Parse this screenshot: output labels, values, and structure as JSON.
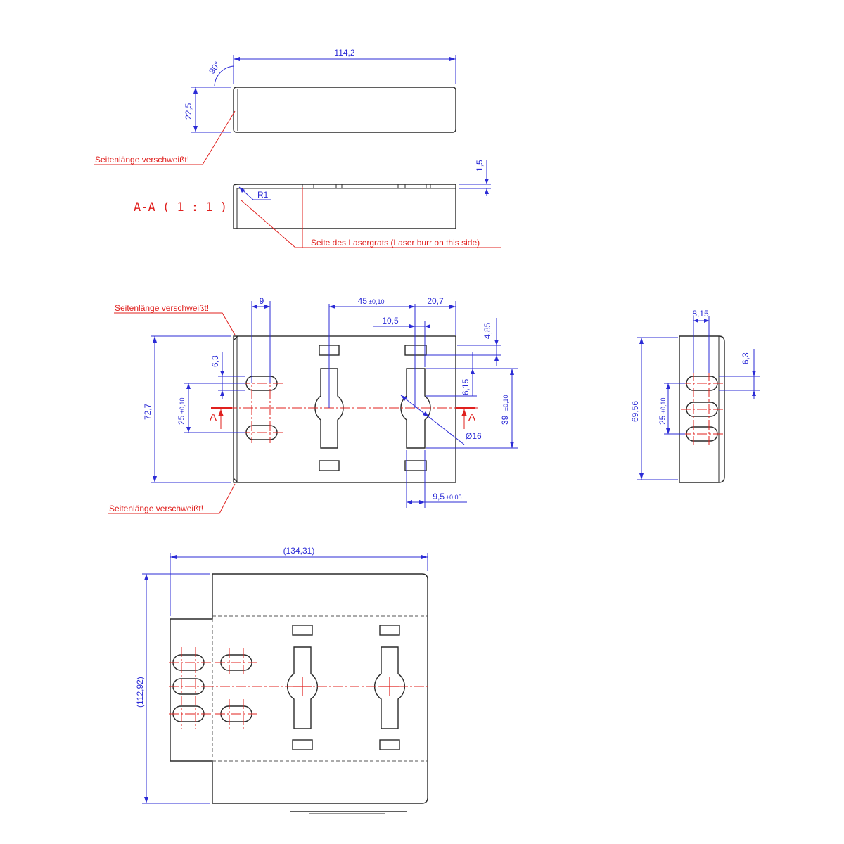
{
  "dimensions": {
    "top_width": "114,2",
    "top_angle": "90°",
    "top_height": "22,5",
    "thickness": "1,5",
    "radius": "R1",
    "slot_pitch_9": "9",
    "hole_spacing": "45",
    "hole_spacing_tol": "±0,10",
    "edge_20_7": "20,7",
    "offset_10_5": "10,5",
    "offset_4_85": "4,85",
    "slot_width": "6,3",
    "offset_6_15": "6,15",
    "slot_spacing": "25",
    "slot_spacing_tol": "±0,10",
    "height_72_7": "72,7",
    "height_39": "39",
    "height_39_tol": "±0,10",
    "diameter": "Ø16",
    "width_9_5": "9,5",
    "width_9_5_tol": "±0,05",
    "side_8_15": "8,15",
    "side_6_3": "6,3",
    "side_25": "25",
    "side_25_tol": "±0,10",
    "side_height": "69,56",
    "flat_width": "(134,31)",
    "flat_height": "(112,92)"
  },
  "notes": {
    "weld_1": "Seitenlänge verschweißt!",
    "weld_2": "Seitenlänge verschweißt!",
    "weld_3": "Seitenlänge verschweißt!",
    "laser_burr": "Seite des Lasergrats (Laser burr on this side)",
    "section_title": "A-A ( 1 : 1 )",
    "section_left": "A",
    "section_right": "A"
  },
  "colors": {
    "outline": "#2a2a2a",
    "dimension": "#2b2bd6",
    "annotation": "#e0201e"
  }
}
